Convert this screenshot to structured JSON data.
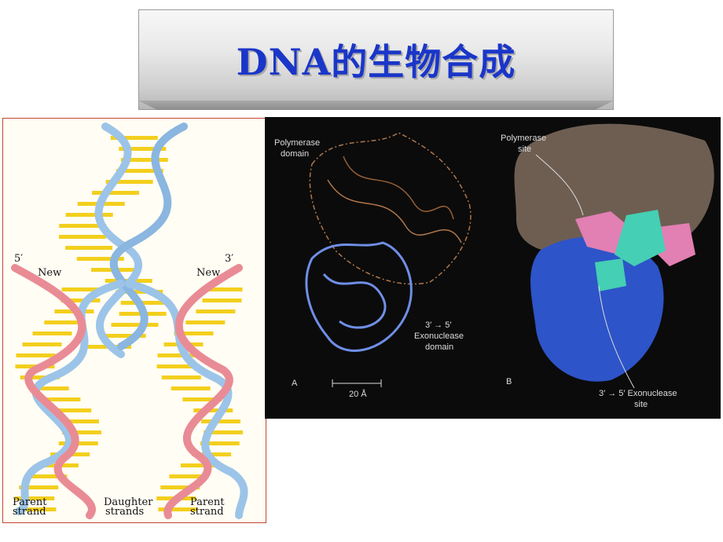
{
  "title": "DNA的生物合成",
  "replication_figure": {
    "label_5prime": "5′",
    "label_3prime": "3′",
    "new_left": "New",
    "new_right": "New",
    "parent_left": [
      "Parent",
      "strand"
    ],
    "daughter": [
      "Daughter",
      "strands"
    ],
    "parent_right": [
      "Parent",
      "strand"
    ]
  },
  "polymerase_figure": {
    "polymerase_domain": [
      "Polymerase",
      "domain"
    ],
    "exonuclease_domain": [
      "3′ → 5′",
      "Exonuclease",
      "domain"
    ],
    "label_a": "A",
    "scale": "20 Å",
    "polymerase_site": [
      "Polymerase",
      "site"
    ],
    "exonuclease_site": [
      "3′ → 5′ Exonuclease",
      "site"
    ],
    "label_b": "B"
  },
  "colors": {
    "title": "#1a36c9",
    "blue_strand": "#9cc4e8",
    "pink_strand": "#e98b95",
    "base_yellow": "#f3cf1c"
  }
}
